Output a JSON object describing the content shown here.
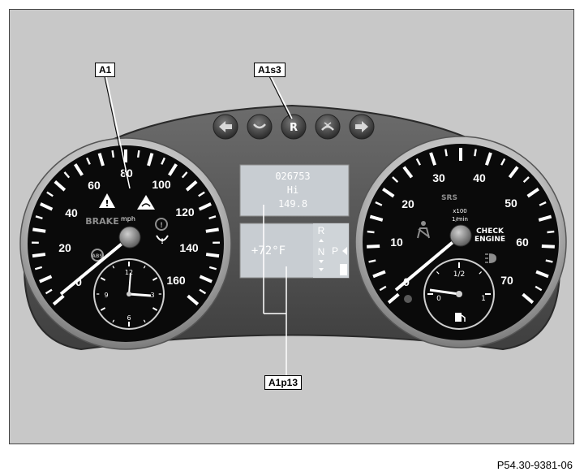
{
  "callouts": {
    "a1": "A1",
    "a1s3": "A1s3",
    "a1p13": "A1p13"
  },
  "caption": "P54.30-9381-06",
  "speedometer": {
    "ticks": [
      "0",
      "20",
      "40",
      "60",
      "80",
      "100",
      "120",
      "140",
      "160"
    ],
    "unit": "mph",
    "brake_label": "BRAKE"
  },
  "tachometer": {
    "ticks": [
      "0",
      "10",
      "20",
      "30",
      "40",
      "50",
      "60",
      "70"
    ],
    "srs_label": "SRS",
    "rpm_scale": "x100",
    "rpm_unit": "1/min",
    "check_engine_line1": "CHECK",
    "check_engine_line2": "ENGINE"
  },
  "clock": {
    "numerals": [
      "12",
      "3",
      "6",
      "9"
    ]
  },
  "fuel_gauge": {
    "half_label": "1/2",
    "full_label": "1",
    "empty_label": "0"
  },
  "display": {
    "odometer": "026753",
    "mode": "Hi",
    "trip": "149.8",
    "temperature": "+72°F",
    "gear_r": "R",
    "gear_n": "N",
    "gear_p": "P"
  },
  "buttons": [
    "left-arrow",
    "phone-pickup",
    "reset",
    "phone-hangup",
    "right-arrow"
  ],
  "colors": {
    "panel": "#5a5a5a",
    "dial": "#0a0a0a",
    "chrome": "#d8d8d8",
    "display": "#c8cdd2"
  }
}
